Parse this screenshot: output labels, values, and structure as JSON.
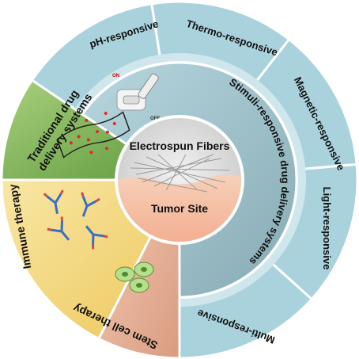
{
  "center": {
    "top_label": "Electrospun Fibers",
    "bottom_label": "Tumor Site"
  },
  "inner_ring_label": "Stimuli-responsive drug delivery systems",
  "outer_segments": [
    {
      "label": "pH-responsive"
    },
    {
      "label": "Thermo-responsive"
    },
    {
      "label": "Magnetic-responsive"
    },
    {
      "label": "Light-responsive"
    },
    {
      "label": "Multi-responsive"
    }
  ],
  "left_sectors": [
    {
      "label_line1": "Traditional drug",
      "label_line2": "delivery systems"
    },
    {
      "label_line1": "Immune therapy"
    },
    {
      "label_line1": "Stem cell therapy"
    }
  ],
  "switch_icon": {
    "on_label": "ON",
    "off_label": "OFF"
  },
  "colors": {
    "outer_blue": "#a9d2dc",
    "ring_blue": "#cfe6ec",
    "inner_blue": "#9fbfc8",
    "green": "#7fb35a",
    "yellow": "#f3d77e",
    "salmon": "#e6b39c",
    "center_gray": "#d9d9d9"
  }
}
